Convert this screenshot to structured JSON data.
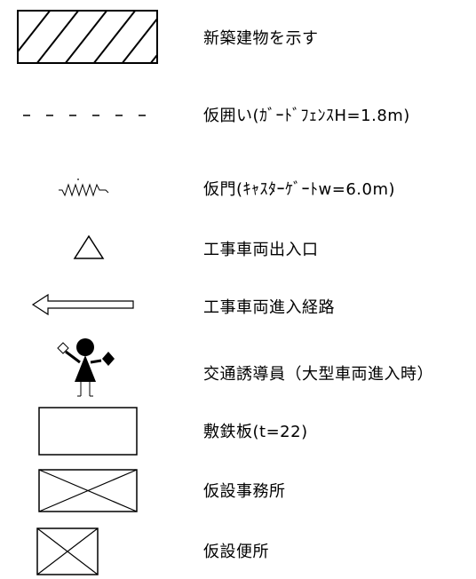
{
  "legend": {
    "items": [
      {
        "symbol": "hatched-rectangle",
        "label": "新築建物を示す"
      },
      {
        "symbol": "dashed-line",
        "label": "仮囲い(ｶﾞｰﾄﾞﾌｪﾝｽH=1.8m)"
      },
      {
        "symbol": "zigzag-line",
        "label": "仮門(ｷｬｽﾀｰｹﾞｰﾄw=6.0m)"
      },
      {
        "symbol": "triangle",
        "label": "工事車両出入口"
      },
      {
        "symbol": "left-arrow",
        "label": "工事車両進入経路"
      },
      {
        "symbol": "traffic-guard-figure",
        "label": "交通誘導員（大型車両進入時）"
      },
      {
        "symbol": "plain-rectangle",
        "label": "敷鉄板(t=22)"
      },
      {
        "symbol": "crossed-rectangle",
        "label": "仮設事務所"
      },
      {
        "symbol": "crossed-square",
        "label": "仮設便所"
      }
    ]
  }
}
